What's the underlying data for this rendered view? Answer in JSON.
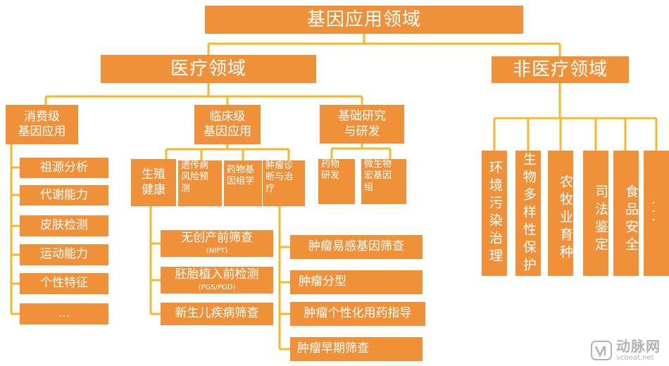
{
  "root": {
    "label": "基因应用领域"
  },
  "medical": {
    "label": "医疗领域",
    "consumer": {
      "line1": "消费级",
      "line2": "基因应用",
      "items": [
        "祖源分析",
        "代谢能力",
        "皮肤检测",
        "运动能力",
        "个性特征",
        "..."
      ]
    },
    "clinical": {
      "line1": "临床级",
      "line2": "基因应用",
      "reproductive": {
        "line1": "生殖",
        "line2": "健康",
        "items": [
          {
            "label": "无创产前筛查",
            "sub": "(NIPT)"
          },
          {
            "label": "胚胎植入前检测",
            "sub": "(PGS/PGD)"
          },
          {
            "label": "新生儿疾病筛查",
            "sub": ""
          }
        ]
      },
      "hereditary": {
        "line1": "遗传病",
        "line2": "风险预",
        "line3": "测"
      },
      "pharmaco": {
        "line1": "药物基",
        "line2": "因组学"
      },
      "tumor": {
        "line1": "肿瘤诊",
        "line2": "断与治",
        "line3": "疗",
        "items": [
          "肿瘤易感基因筛查",
          "肿瘤分型",
          "肿瘤个性化用药指导",
          "肿瘤早期筛查"
        ]
      }
    },
    "research": {
      "line1": "基础研究",
      "line2": "与研发",
      "drug": {
        "line1": "药物",
        "line2": "研发"
      },
      "micro": {
        "line1": "微生物",
        "line2": "宏基因",
        "line3": "组"
      }
    }
  },
  "nonmedical": {
    "label": "非医疗领域",
    "items": [
      "环境污染治理",
      "生物多样性保护",
      "农牧业育种",
      "司法鉴定",
      "食品安全",
      "..."
    ]
  },
  "watermark": {
    "cn": "动脉网",
    "en": "vcbeat.net"
  },
  "colors": {
    "box": "#f0913a",
    "line": "#f5b82a",
    "text": "#ffffff"
  }
}
